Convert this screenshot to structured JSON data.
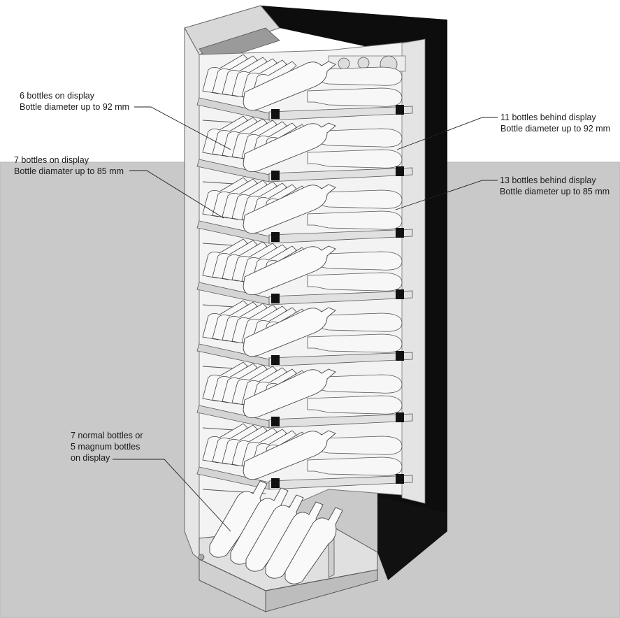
{
  "annotations": {
    "display_top": {
      "line1": "6 bottles on display",
      "line2": "Bottle diameter up to 92 mm"
    },
    "display_mid": {
      "line1": "7 bottles on display",
      "line2": "Bottle diamater up to 85 mm"
    },
    "behind_top": {
      "line1": "11 bottles behind display",
      "line2": "Bottle diameter up to 92 mm"
    },
    "behind_mid": {
      "line1": "13 bottles behind display",
      "line2": "Bottle diameter up to 85 mm"
    },
    "display_bottom": {
      "line1": "7 normal bottles or",
      "line2": "5 magnum bottles",
      "line3": "on display"
    }
  },
  "colors": {
    "sky": "#ffffff",
    "floor": "#c9c9c9",
    "cabinet_side": "#0d0d0d",
    "cabinet_front": "#e9e9e9",
    "interior": "#f3f3f3",
    "bottle": "#f7f7f7",
    "shelf": "#d4d4d4",
    "leader_line": "#222222"
  },
  "shelf_count": 7
}
